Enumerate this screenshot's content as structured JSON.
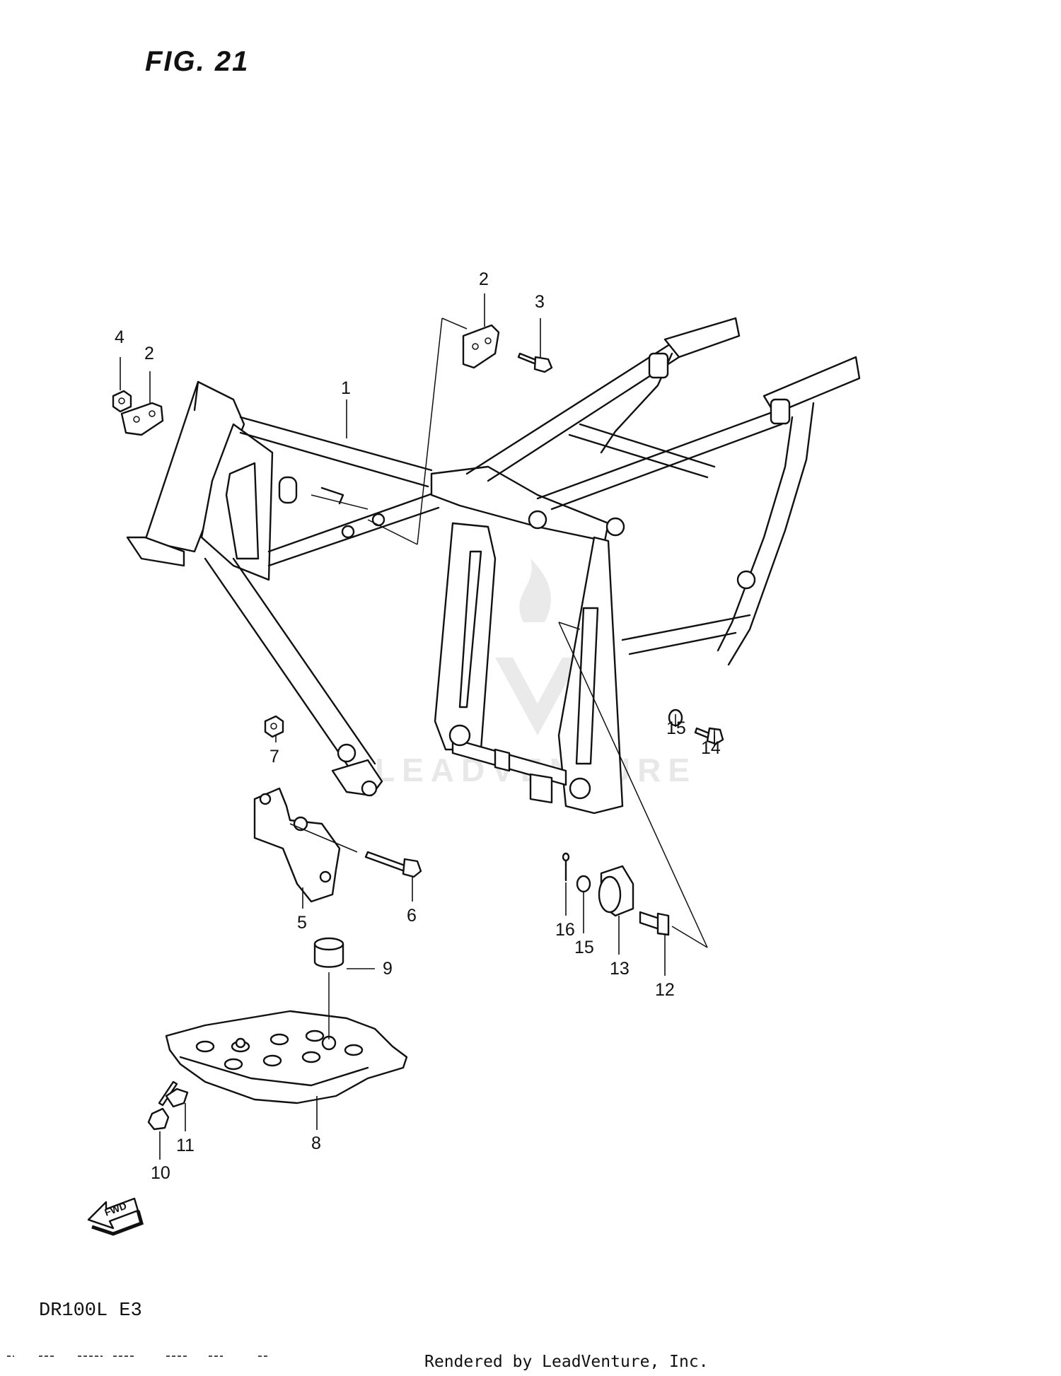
{
  "figure": {
    "title": "FIG. 21"
  },
  "model": "DR100L E3",
  "footer": "Rendered by LeadVenture, Inc.",
  "watermark": "LEADVENTURE",
  "callouts": [
    "1",
    "2",
    "2",
    "3",
    "4",
    "5",
    "6",
    "7",
    "8",
    "9",
    "10",
    "11",
    "12",
    "13",
    "14",
    "15",
    "15",
    "16"
  ],
  "fwd_arrow": {
    "text": "FWD",
    "icon": "forward-arrow-icon"
  }
}
